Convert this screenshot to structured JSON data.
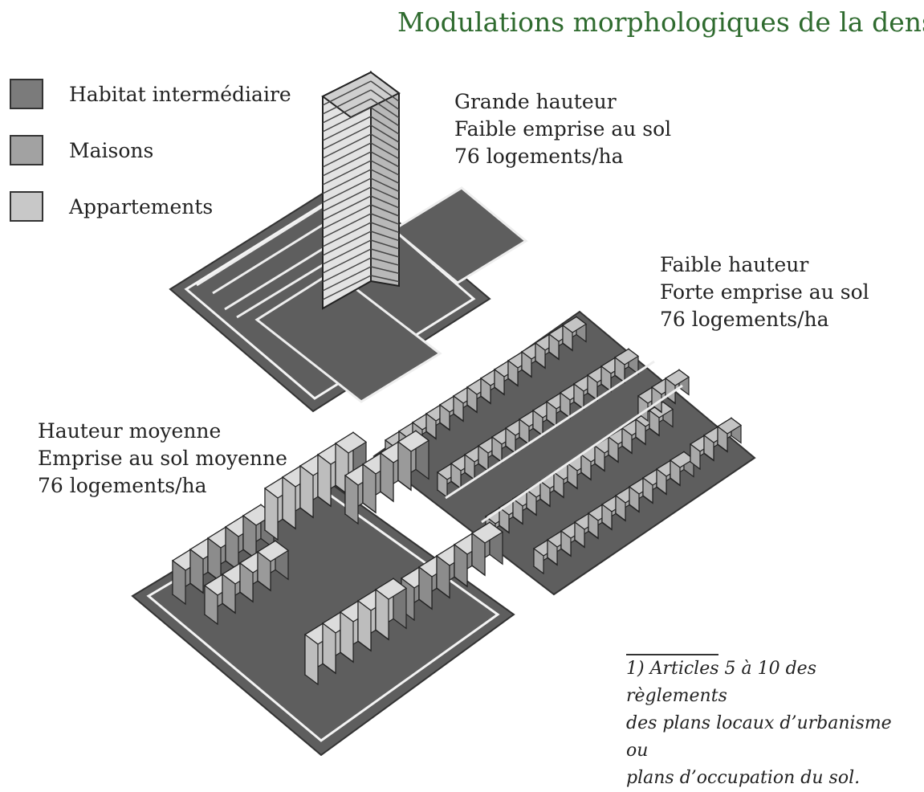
{
  "title": "Modulations morphologiques de la densité",
  "legend": {
    "items": [
      {
        "label": "Habitat intermédiaire",
        "color": "#7b7b7b"
      },
      {
        "label": "Maisons",
        "color": "#a2a2a2"
      },
      {
        "label": "Appartements",
        "color": "#c8c8c8"
      }
    ]
  },
  "blocks": [
    {
      "lines": [
        "Grande hauteur",
        "Faible emprise au sol",
        "76 logements/ha"
      ]
    },
    {
      "lines": [
        "Faible hauteur",
        "Forte emprise au sol",
        "76 logements/ha"
      ]
    },
    {
      "lines": [
        "Hauteur moyenne",
        "Emprise au sol moyenne",
        "76 logements/ha"
      ]
    }
  ],
  "footnote": {
    "lines": [
      "1) Articles 5 à 10 des règlements",
      "des plans locaux d’urbanisme ou",
      "plans d’occupation du sol."
    ]
  },
  "colors": {
    "ground": "#5e5e5e",
    "tower": "#cfcfcf",
    "title": "#2f6b2f"
  }
}
